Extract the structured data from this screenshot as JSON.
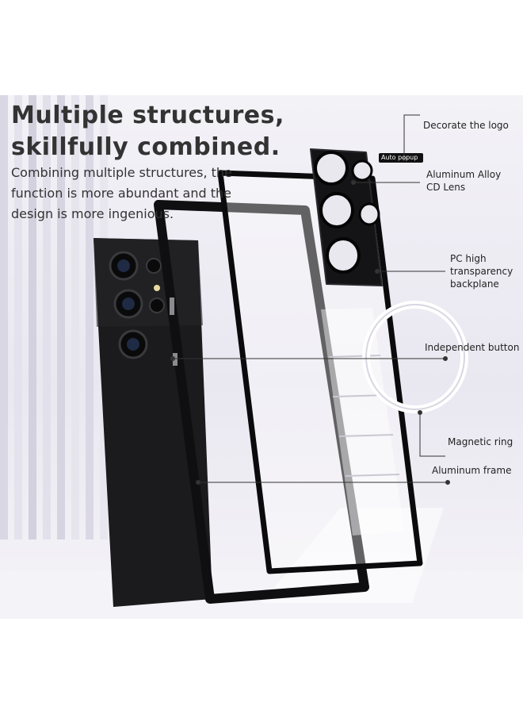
{
  "headline": {
    "line1": "Multiple structures,",
    "line2": "skillfully combined."
  },
  "subtext": {
    "line1": "Combining multiple structures, the",
    "line2": "function is more abundant and the",
    "line3": "design is more ingenious."
  },
  "lens_tag": "Auto popup",
  "callouts": {
    "logo": "Decorate the logo",
    "lens_line1": "Aluminum Alloy",
    "lens_line2": "CD Lens",
    "backplane_line1": "PC high",
    "backplane_line2": "transparency",
    "backplane_line3": "backplane",
    "button": "Independent button",
    "ring": "Magnetic ring",
    "frame": "Aluminum frame"
  },
  "colors": {
    "phone_body": "#1b1b1d",
    "frame": "#101012",
    "background": "#ecebf2",
    "text": "#222222"
  }
}
